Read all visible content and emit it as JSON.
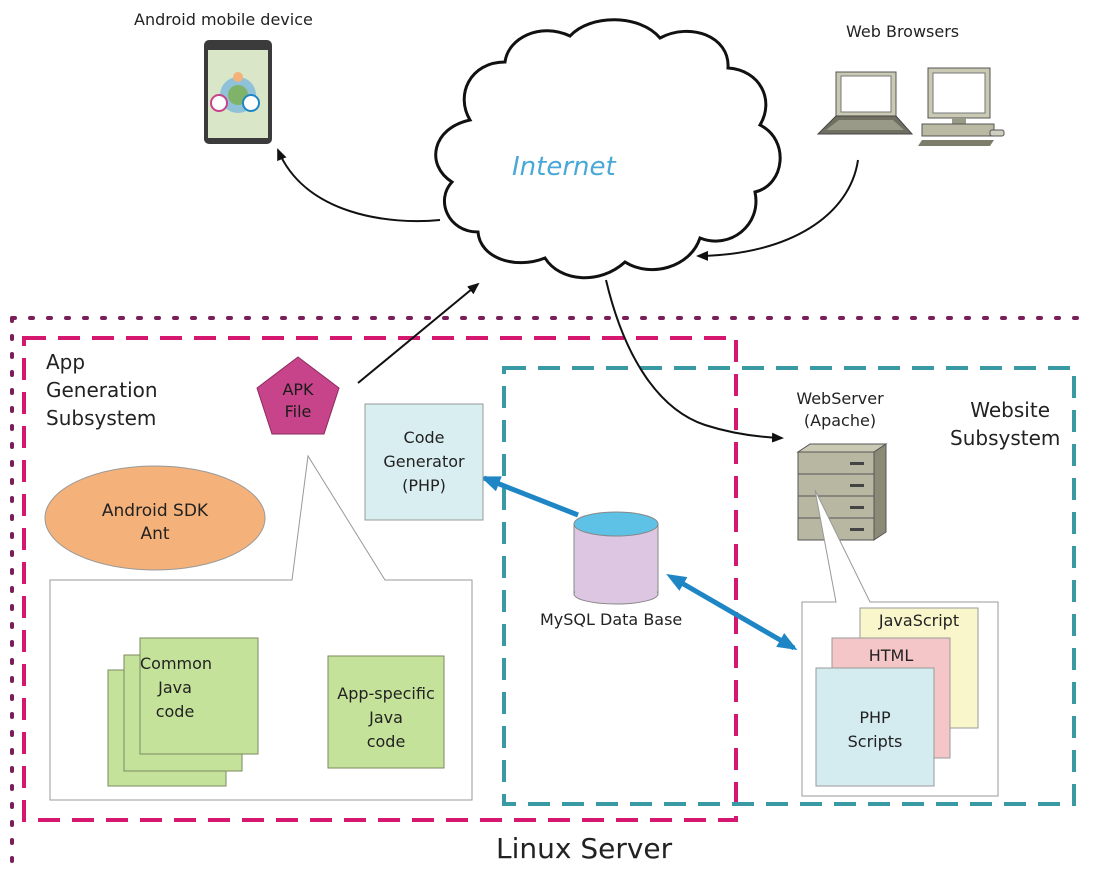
{
  "top": {
    "android_label": "Android mobile device",
    "browsers_label": "Web Browsers",
    "internet_label": "Internet"
  },
  "app_subsystem": {
    "title_line1": "App",
    "title_line2": "Generation",
    "title_line3": "Subsystem",
    "sdk_line1": "Android SDK",
    "sdk_line2": "Ant",
    "apk_line1": "APK",
    "apk_line2": "File",
    "codegen_line1": "Code",
    "codegen_line2": "Generator",
    "codegen_line3": "(PHP)",
    "common_line1": "Common",
    "common_line2": "Java",
    "common_line3": "code",
    "specific_line1": "App-specific",
    "specific_line2": "Java",
    "specific_line3": "code"
  },
  "database": {
    "label": "MySQL Data Base"
  },
  "website_subsystem": {
    "title_line1": "Website",
    "title_line2": "Subsystem",
    "webserver_line1": "WebServer",
    "webserver_line2": "(Apache)",
    "js_label": "JavaScript",
    "html_label": "HTML",
    "php_line1": "PHP",
    "php_line2": "Scripts"
  },
  "footer": {
    "server_label": "Linux Server"
  },
  "colors": {
    "app_border": "#d6176f",
    "web_border": "#3a9aa3",
    "server_border": "#7a1e5a",
    "sdk_fill": "#f4b27a",
    "apk_fill": "#c8448a",
    "codegen_fill": "#d9eef1",
    "java_fill": "#c5e29a",
    "db_top": "#5ec2e6",
    "db_body": "#dcc6e2",
    "js_fill": "#f9f6cc",
    "html_fill": "#f5c6c8",
    "php_fill": "#d4ebf0",
    "blue_arrow": "#1f86c6",
    "internet_text": "#4aa8d8"
  }
}
